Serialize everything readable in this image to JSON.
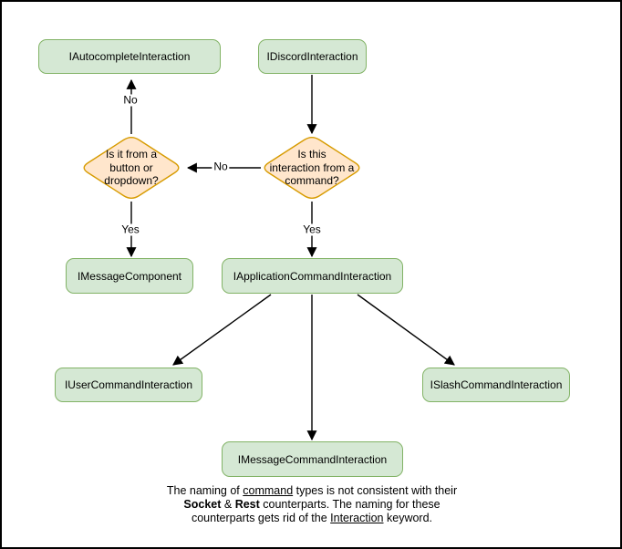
{
  "diagram": {
    "nodes": {
      "autocomplete": {
        "label": "IAutocompleteInteraction"
      },
      "discord": {
        "label": "IDiscordInteraction"
      },
      "message_component": {
        "label": "IMessageComponent"
      },
      "application_command": {
        "label": "IApplicationCommandInteraction"
      },
      "user_command": {
        "label": "IUserCommandInteraction"
      },
      "slash_command": {
        "label": "ISlashCommandInteraction"
      },
      "message_command": {
        "label": "IMessageCommandInteraction"
      }
    },
    "decisions": {
      "button_or_dropdown": {
        "label": "Is it from a\nbutton or\ndropdown?"
      },
      "from_command": {
        "label": "Is this\ninteraction from a\ncommand?"
      }
    },
    "edge_labels": {
      "no_up": "No",
      "no_left": "No",
      "yes_left": "Yes",
      "yes_right": "Yes"
    },
    "note": {
      "lines": [
        {
          "segments": [
            {
              "text": "The naming of "
            },
            {
              "text": "command",
              "style": "underline"
            },
            {
              "text": " types is not consistent with their"
            }
          ]
        },
        {
          "segments": [
            {
              "text": "Socket",
              "style": "bold"
            },
            {
              "text": " & "
            },
            {
              "text": "Rest",
              "style": "bold"
            },
            {
              "text": " counterparts. The naming for these"
            }
          ]
        },
        {
          "segments": [
            {
              "text": "counterparts gets rid of the "
            },
            {
              "text": "Interaction",
              "style": "underline"
            },
            {
              "text": " keyword."
            }
          ]
        }
      ]
    },
    "colors": {
      "node_fill": "#d5e8d4",
      "node_border": "#82b366",
      "decision_fill": "#ffe6cc",
      "decision_border": "#d79b00",
      "arrow": "#000000",
      "text": "#000000",
      "background": "#ffffff",
      "frame_border": "#000000"
    }
  }
}
